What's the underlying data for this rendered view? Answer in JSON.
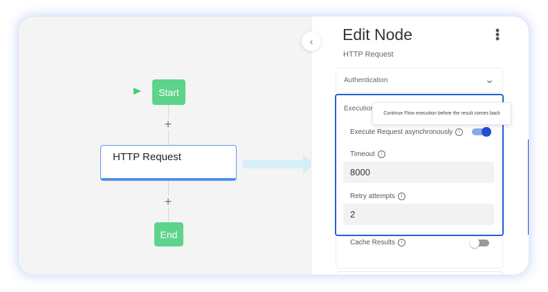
{
  "flow": {
    "start_label": "Start",
    "http_label": "HTTP Request",
    "end_label": "End",
    "plus_symbol": "+"
  },
  "panel": {
    "title": "Edit Node",
    "subtitle": "HTTP Request",
    "menu_icon": "more-vertical-icon",
    "collapse_icon": "chevron-left-icon",
    "authentication": {
      "label": "Authentication",
      "icon": "chevron-down-icon"
    },
    "execution": {
      "label": "Execution",
      "tooltip": "Continue Flow execution before the result comes back",
      "async": {
        "label": "Execute Request asynchronously",
        "enabled": true
      },
      "timeout": {
        "label": "Timeout",
        "value": "8000"
      },
      "retry": {
        "label": "Retry attempts",
        "value": "2"
      }
    },
    "cache": {
      "label": "Cache Results",
      "enabled": false
    }
  },
  "colors": {
    "node_green": "#5ed38a",
    "accent_blue": "#1f5ed8",
    "http_border": "#5a9ae8"
  }
}
